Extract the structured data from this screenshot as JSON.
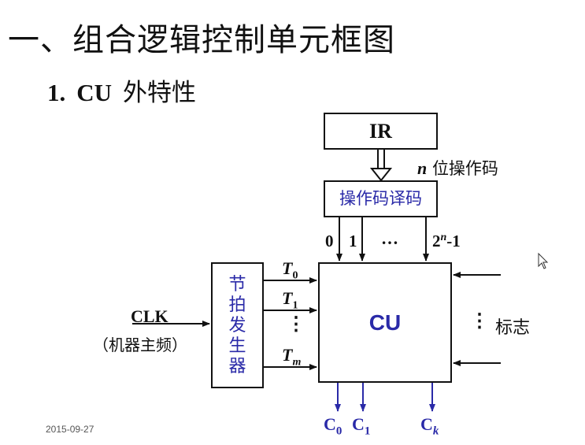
{
  "slide": {
    "title": "一、组合逻辑控制单元框图",
    "subtitle_number": "1.",
    "subtitle_cu": "CU",
    "subtitle_text": "外特性",
    "date": "2015-09-27"
  },
  "diagram": {
    "ir_label": "IR",
    "n_label": "n",
    "opcode_bits_label": "位操作码",
    "decoder_label": "操作码译码",
    "decoder_out_0": "0",
    "decoder_out_1": "1",
    "decoder_out_dots": "…",
    "decoder_out_last_base": "2",
    "decoder_out_last_exp": "n",
    "decoder_out_last_suffix": "-1",
    "cu_label": "CU",
    "timing_chars": [
      "节",
      "拍",
      "发",
      "生",
      "器"
    ],
    "clk_label": "CLK",
    "clk_desc": "（机器主频）",
    "t0_base": "T",
    "t0_sub": "0",
    "t1_base": "T",
    "t1_sub": "1",
    "tm_base": "T",
    "tm_sub": "m",
    "vdots": "⋮",
    "flags_label": "标志",
    "c0_base": "C",
    "c0_sub": "0",
    "c1_base": "C",
    "c1_sub": "1",
    "ck_base": "C",
    "ck_sub": "k"
  },
  "colors": {
    "blue": "#2a2aa8",
    "line": "#111111"
  }
}
